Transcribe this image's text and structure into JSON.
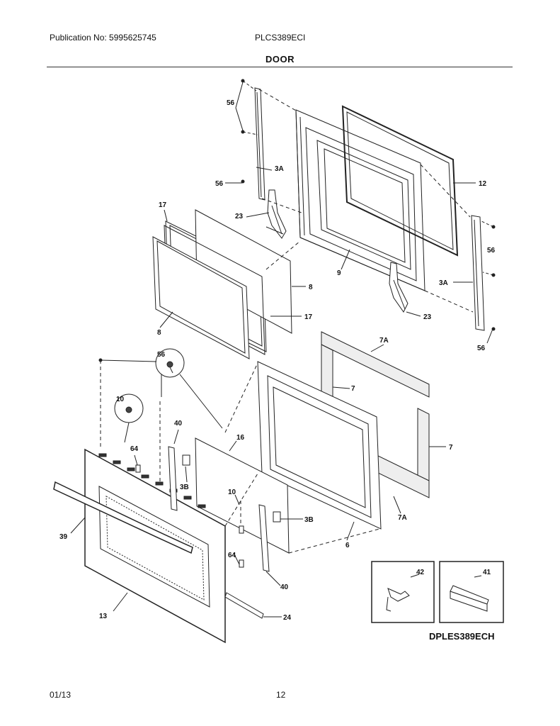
{
  "header": {
    "publication": "Publication No: 5995625745",
    "model": "PLCS389ECI",
    "title": "DOOR"
  },
  "footer": {
    "date": "01/13",
    "page": "12"
  },
  "inset_model": "DPLES389ECH",
  "labels": {
    "l56a": "56",
    "l3Aa": "3A",
    "l56b": "56",
    "l12": "12",
    "l17a": "17",
    "l23a": "23",
    "l56c": "56",
    "l3Ab": "3A",
    "l9": "9",
    "l8a": "8",
    "l17b": "17",
    "l23b": "23",
    "l8b": "8",
    "l56d": "56",
    "l56e": "56",
    "l7Aa": "7A",
    "l7a": "7",
    "l10a": "10",
    "l40a": "40",
    "l16": "16",
    "l7b": "7",
    "l64a": "64",
    "l3Ba": "3B",
    "l10b": "10",
    "l3Bb": "3B",
    "l7Ab": "7A",
    "l39": "39",
    "l6": "6",
    "l64b": "64",
    "l40b": "40",
    "l42": "42",
    "l41": "41",
    "l13": "13",
    "l24": "24"
  }
}
